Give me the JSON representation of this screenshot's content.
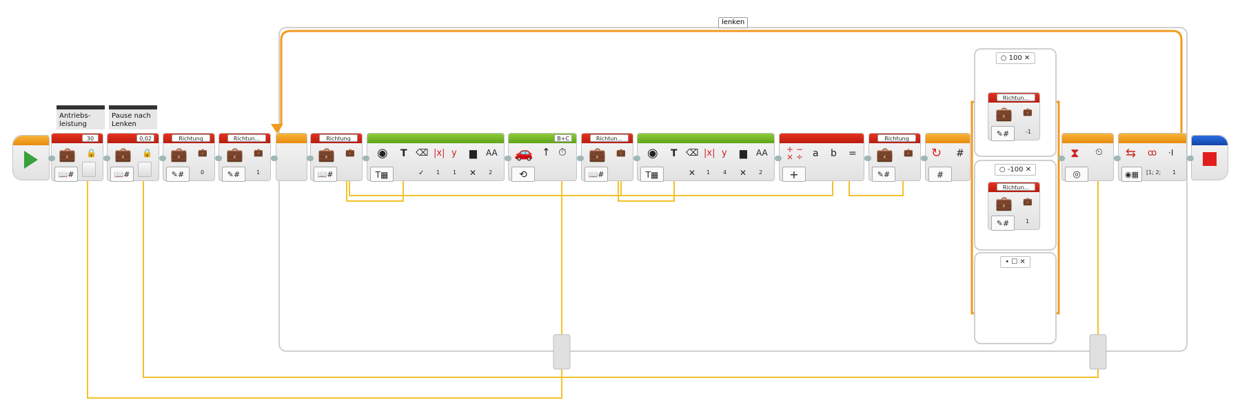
{
  "loop": {
    "label": "lenken"
  },
  "comments": [
    {
      "text": "Antriebs-\nleistung"
    },
    {
      "text": "Pause nach\nLenken"
    }
  ],
  "blocks": {
    "var_antrieb": {
      "value": "30"
    },
    "var_pause": {
      "value": "0,02"
    },
    "var_richtung1": {
      "value": "Richtung",
      "param": "0"
    },
    "var_richtung2": {
      "value": "Richtun...",
      "param": "1"
    },
    "var_richtung3": {
      "value": "Richtung"
    },
    "text_block1": {
      "params": [
        "1",
        "1",
        "2"
      ]
    },
    "steering": {
      "ports": "B+C"
    },
    "var_richtung4": {
      "value": "Richtun..."
    },
    "text_block2": {
      "params": [
        "1",
        "4",
        "2"
      ]
    },
    "math": {
      "a": "a",
      "b": "b",
      "eq": "="
    },
    "var_richtung5": {
      "value": "Richtung"
    },
    "loop_index": {
      "label": "#"
    },
    "array": {
      "value": "[1; 2;",
      "index": "1"
    }
  },
  "switch": {
    "cases": [
      {
        "label": "100",
        "var": "Richtun...",
        "param": "-1"
      },
      {
        "label": "-100",
        "var": "Richtun...",
        "param": "1"
      },
      {
        "label": ""
      }
    ]
  },
  "colors": {
    "wire": "#f2c12b",
    "loop": "#f29a1d",
    "action": "#d92b1a",
    "sensor": "#76b52a",
    "flow": "#f5a524",
    "advanced": "#1b5ccc"
  }
}
